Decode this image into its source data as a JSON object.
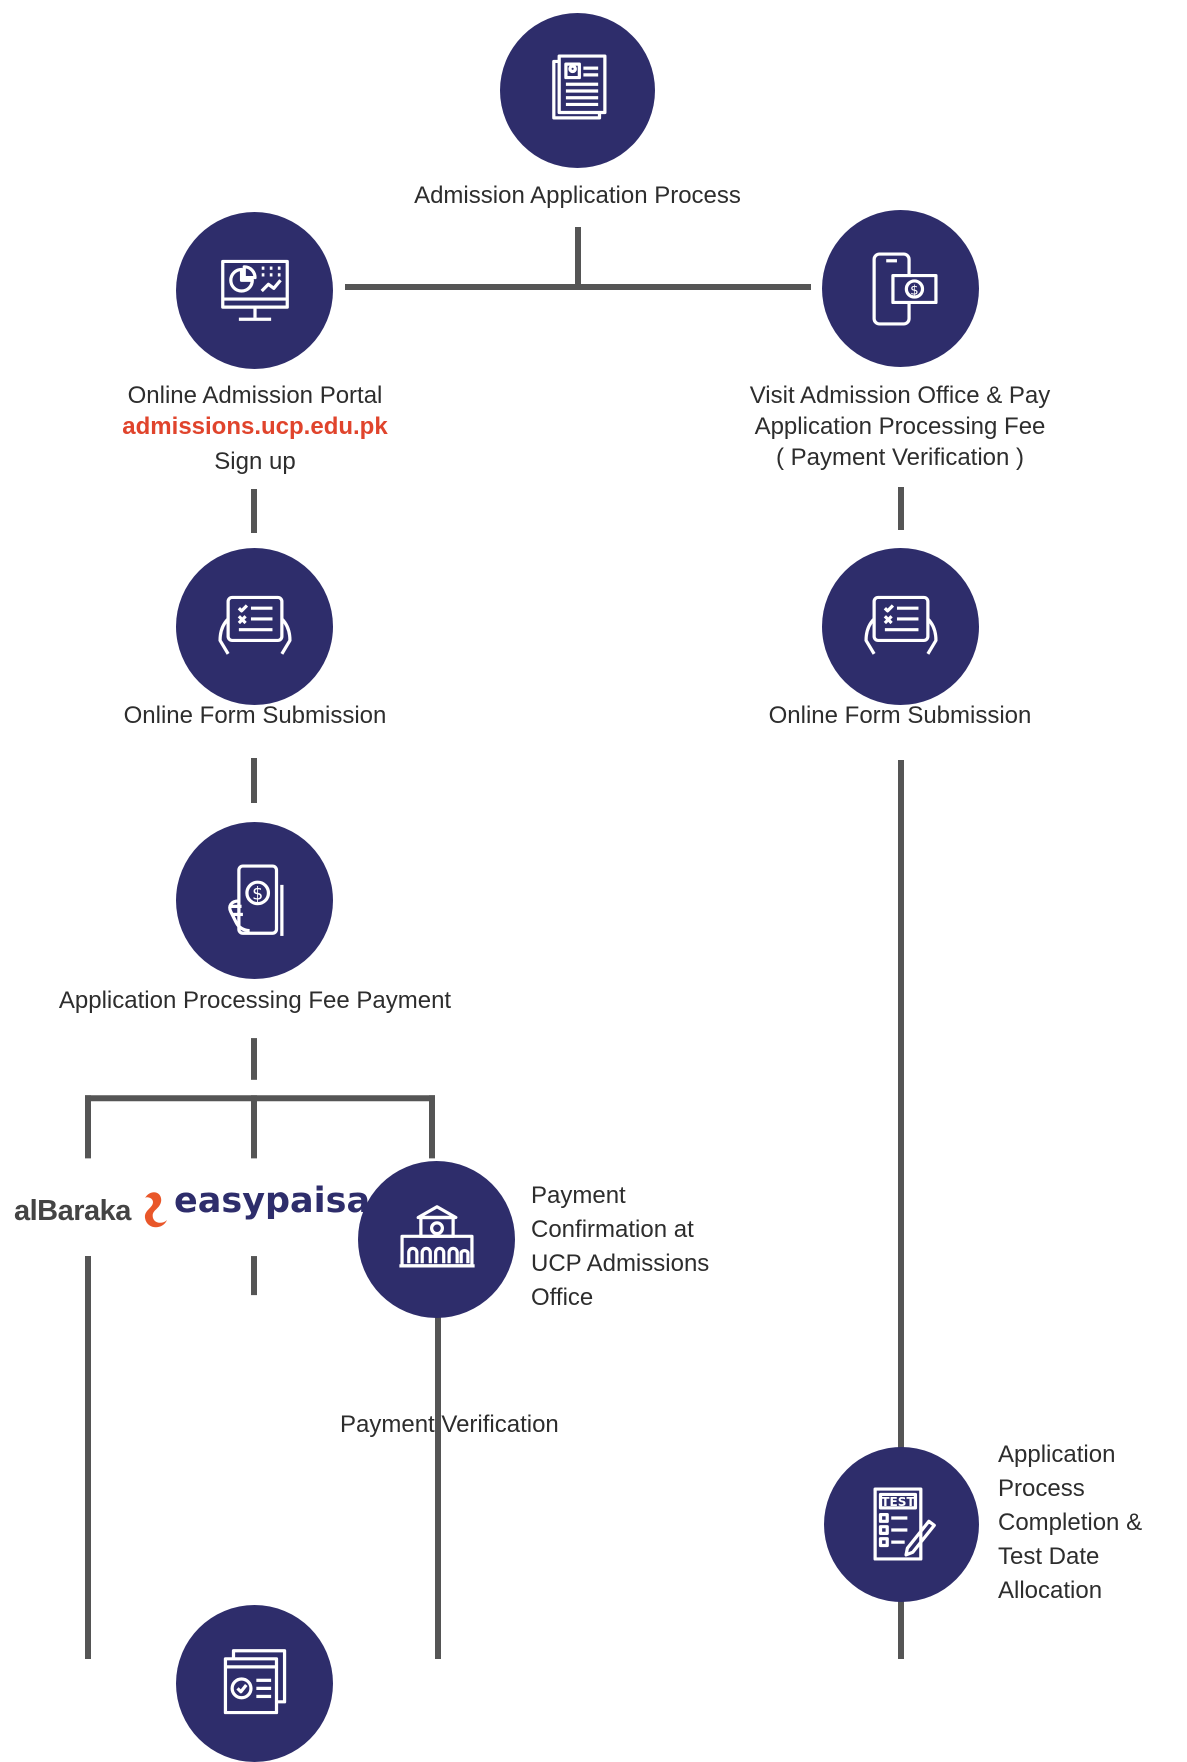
{
  "nodes": {
    "start": {
      "label": "Admission Application Process",
      "icon": "application-document-icon"
    },
    "portal": {
      "label_line1": "Online Admission Portal",
      "link": "admissions.ucp.edu.pk",
      "label_line3": "Sign up",
      "icon": "computer-dashboard-icon"
    },
    "visit_office": {
      "label_line1": "Visit Admission Office & Pay",
      "label_line2": "Application Processing Fee",
      "label_line3": "( Payment Verification )",
      "icon": "mobile-payment-icon"
    },
    "online_form_left": {
      "label": "Online Form Submission",
      "icon": "tablet-checklist-icon"
    },
    "online_form_right": {
      "label": "Online Form Submission",
      "icon": "tablet-checklist-icon"
    },
    "fee_payment": {
      "label": "Application Processing Fee Payment",
      "icon": "hand-phone-dollar-icon"
    },
    "ucp_office": {
      "label_line1": "Payment",
      "label_line2": "Confirmation at",
      "label_line3": "UCP Admissions",
      "label_line4": "Office",
      "icon": "bank-building-icon"
    },
    "verification": {
      "label": "Payment Verification",
      "icon": "verified-document-icon"
    },
    "completion": {
      "label_line1": "Application",
      "label_line2": "Process",
      "label_line3": "Completion &",
      "label_line4": "Test Date",
      "label_line5": "Allocation",
      "icon": "test-paper-icon",
      "test_text": "TEST"
    }
  },
  "brands": {
    "albaraka": "alBaraka",
    "easypaisa": "easypaisa"
  },
  "colors": {
    "node": "#2e2d6b",
    "connector": "#555555",
    "link": "#e0442c",
    "albaraka_text": "#444444",
    "albaraka_mark": "#e9572a",
    "easypaisa": "#2e2d6b"
  }
}
